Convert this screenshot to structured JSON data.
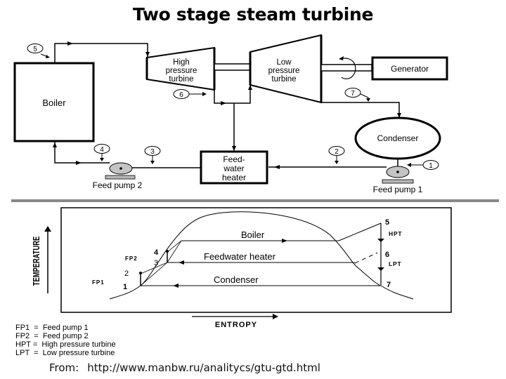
{
  "title": "Two stage steam turbine",
  "schematic": {
    "components": {
      "boiler": "Boiler",
      "hpt_line1": "High",
      "hpt_line2": "pressure",
      "hpt_line3": "turbine",
      "lpt_line1": "Low",
      "lpt_line2": "pressure",
      "lpt_line3": "turbine",
      "generator": "Generator",
      "condenser": "Condenser",
      "fwh_line1": "Feed-",
      "fwh_line2": "water",
      "fwh_line3": "heater",
      "pump1": "Feed pump 1",
      "pump2": "Feed pump 2"
    },
    "state_points": [
      "1",
      "2",
      "3",
      "4",
      "5",
      "6",
      "7"
    ]
  },
  "ts_diagram": {
    "y_axis_label": "TEMPERATURE",
    "x_axis_label": "ENTROPY",
    "process_lines": {
      "boiler": "Boiler",
      "feedwater_heater": "Feedwater heater",
      "condenser": "Condenser"
    },
    "labels": {
      "fp1": "FP1",
      "fp2": "FP2",
      "hpt": "HPT",
      "lpt": "LPT"
    },
    "points": [
      "1",
      "2",
      "3",
      "4",
      "5",
      "6",
      "7"
    ]
  },
  "legend": [
    "FP1  =  Feed pump 1",
    "FP2  =  Feed pump 2",
    "HPT =  High pressure turbine",
    "LPT  =  Low pressure turbine"
  ],
  "source": {
    "prefix": "From:",
    "url": "http://www.manbw.ru/analitycs/gtu-gtd.html"
  }
}
